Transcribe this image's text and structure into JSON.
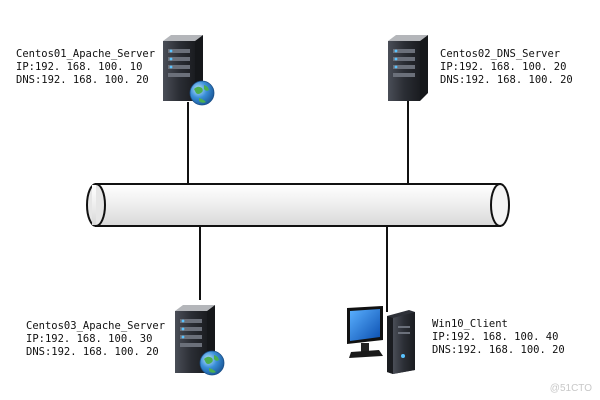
{
  "nodes": [
    {
      "id": "centos01",
      "name": "Centos01_Apache_Server",
      "ip": "IP:192. 168. 100. 10",
      "dns": "DNS:192. 168. 100. 20",
      "icon": "server-globe-icon"
    },
    {
      "id": "centos02",
      "name": "Centos02_DNS_Server",
      "ip": "IP:192. 168. 100. 20",
      "dns": "DNS:192. 168. 100. 20",
      "icon": "server-icon"
    },
    {
      "id": "centos03",
      "name": "Centos03_Apache_Server",
      "ip": "IP:192. 168. 100. 30",
      "dns": "DNS:192. 168. 100. 20",
      "icon": "server-globe-icon"
    },
    {
      "id": "win10",
      "name": "Win10_Client",
      "ip": "IP:192. 168. 100. 40",
      "dns": "DNS:192. 168. 100. 20",
      "icon": "desktop-computer-icon"
    }
  ],
  "watermark": "@51CTO",
  "colors": {
    "server_body": "#2e3138",
    "server_dark": "#1c1e22",
    "globe": "#3a8fd8",
    "monitor_screen": "#1f6fd0",
    "bus_fill": "#f2f2f2",
    "line": "#111111"
  }
}
